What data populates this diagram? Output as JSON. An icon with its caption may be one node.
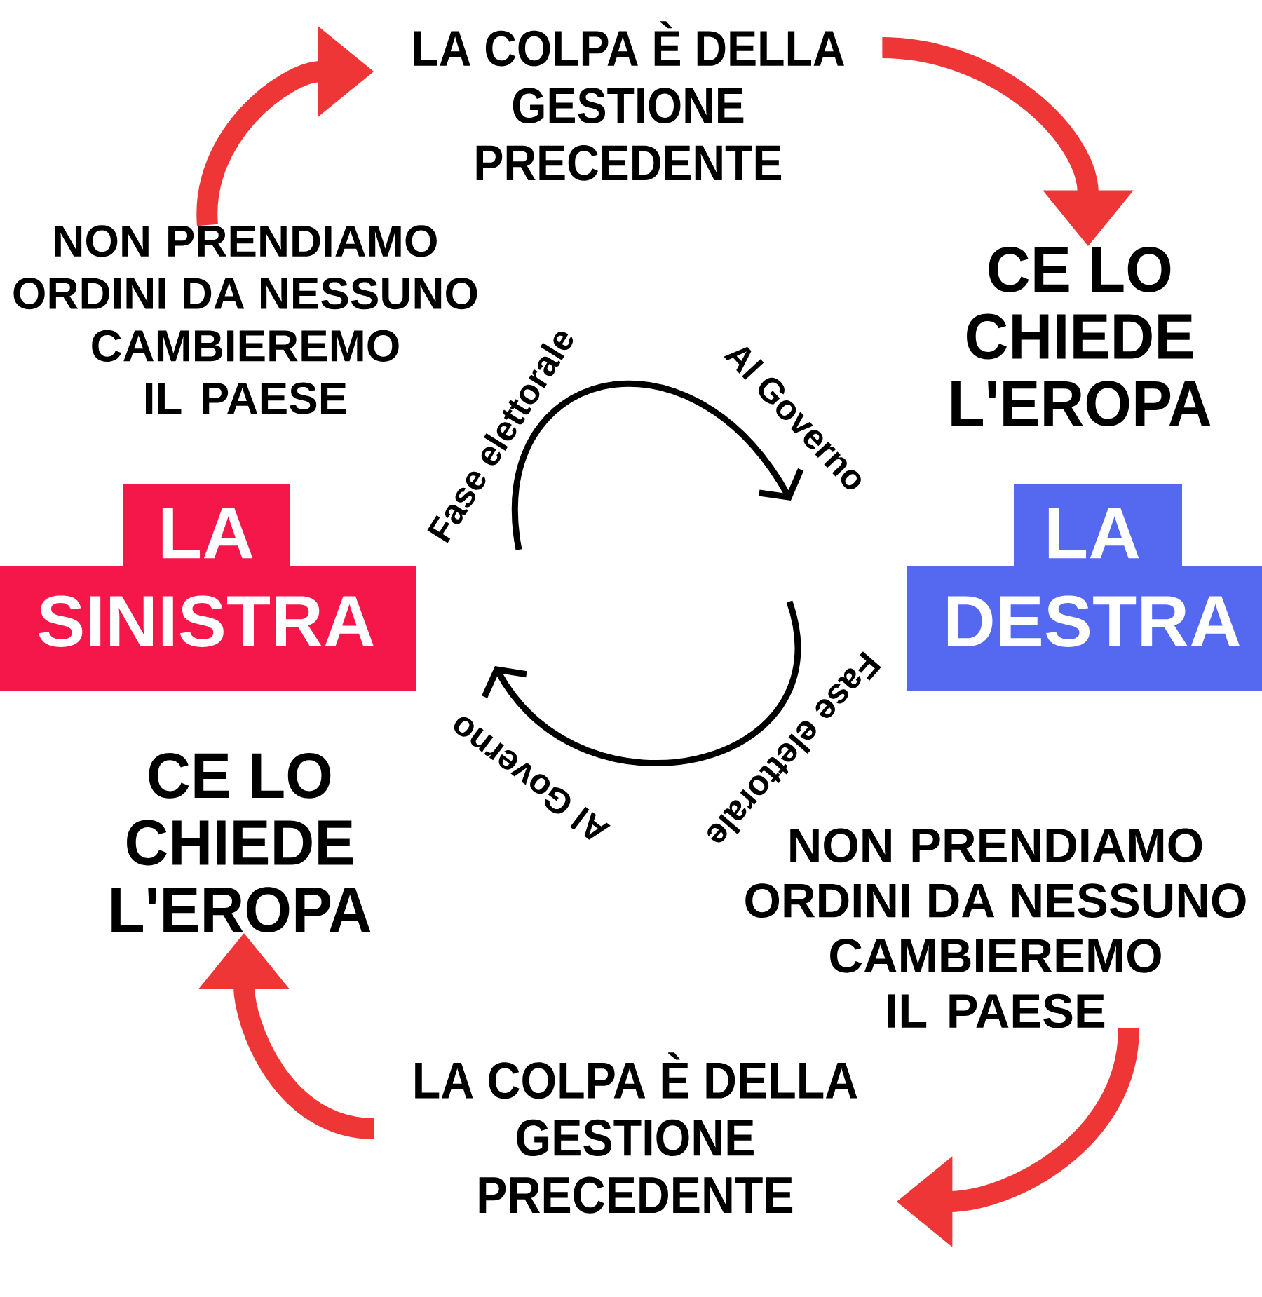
{
  "diagram": {
    "nodes": [
      {
        "text": [
          "LA COLPA È DELLA GESTIONE PRECEDENTE"
        ]
      },
      {
        "text": [
          "NON PRENDIAMO ORDINI DA NESSUNO CAMBIEREMO IL PAESE"
        ]
      },
      {
        "text": [
          "CE LO CHIEDE L'EROPA"
        ]
      },
      {
        "text": [
          "LA SINISTRA"
        ]
      },
      {
        "text": [
          "LA DESTRA"
        ]
      },
      {
        "text": [
          "CE LO CHIEDE L'EROPA"
        ]
      },
      {
        "text": [
          "NON PRENDIAMO ORDINI DA NESSUNO CAMBIEREMO IL PAESE"
        ]
      },
      {
        "text": [
          "LA COLPA È DELLA GESTIONE PRECEDENTE"
        ]
      }
    ],
    "edges": [
      {
        "from": 1,
        "to": 0,
        "arrow": "to"
      },
      {
        "from": 0,
        "to": 2,
        "arrow": "to"
      },
      {
        "from": 6,
        "to": 7,
        "arrow": "to"
      },
      {
        "from": 7,
        "to": 5,
        "arrow": "to"
      }
    ],
    "labels": [
      "Fase elettorale",
      "Al Governo",
      "Fase elettorale",
      "Al Governo"
    ]
  }
}
